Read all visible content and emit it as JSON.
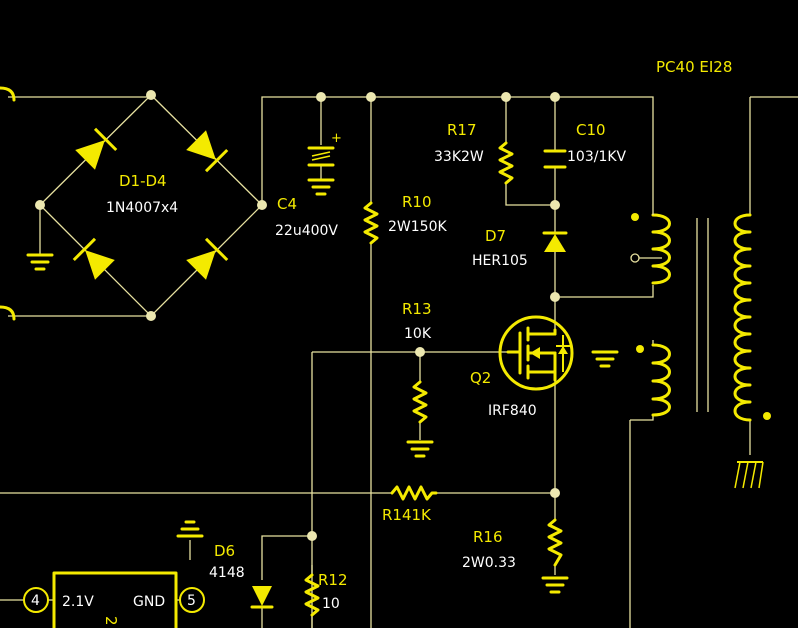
{
  "labels": {
    "transformer": "PC40 EI28",
    "d1d4_ref": "D1-D4",
    "d1d4_val": "1N4007x4",
    "c4_ref": "C4",
    "c4_val": "22u400V",
    "r10_ref": "R10",
    "r10_val": "2W150K",
    "r17_ref": "R17",
    "r17_val": "33K2W",
    "c10_ref": "C10",
    "c10_val": "103/1KV",
    "d7_ref": "D7",
    "d7_val": "HER105",
    "r13_ref": "R13",
    "r13_val": "10K",
    "q2_ref": "Q2",
    "q2_val": "IRF840",
    "r14": "R141K",
    "r16_ref": "R16",
    "r16_val": "2W0.33",
    "d6_ref": "D6",
    "d6_val": "4148",
    "r12_ref": "R12",
    "r12_val": "10",
    "c4_plus": "+",
    "pin4": "4",
    "pin5": "5",
    "ic_vref": "2.1V",
    "ic_gnd": "GND",
    "ic_number": "2"
  },
  "colors": {
    "background": "#000000",
    "wire": "#e8e2a0",
    "component": "#f4ea00",
    "value_text": "#ffffff"
  }
}
